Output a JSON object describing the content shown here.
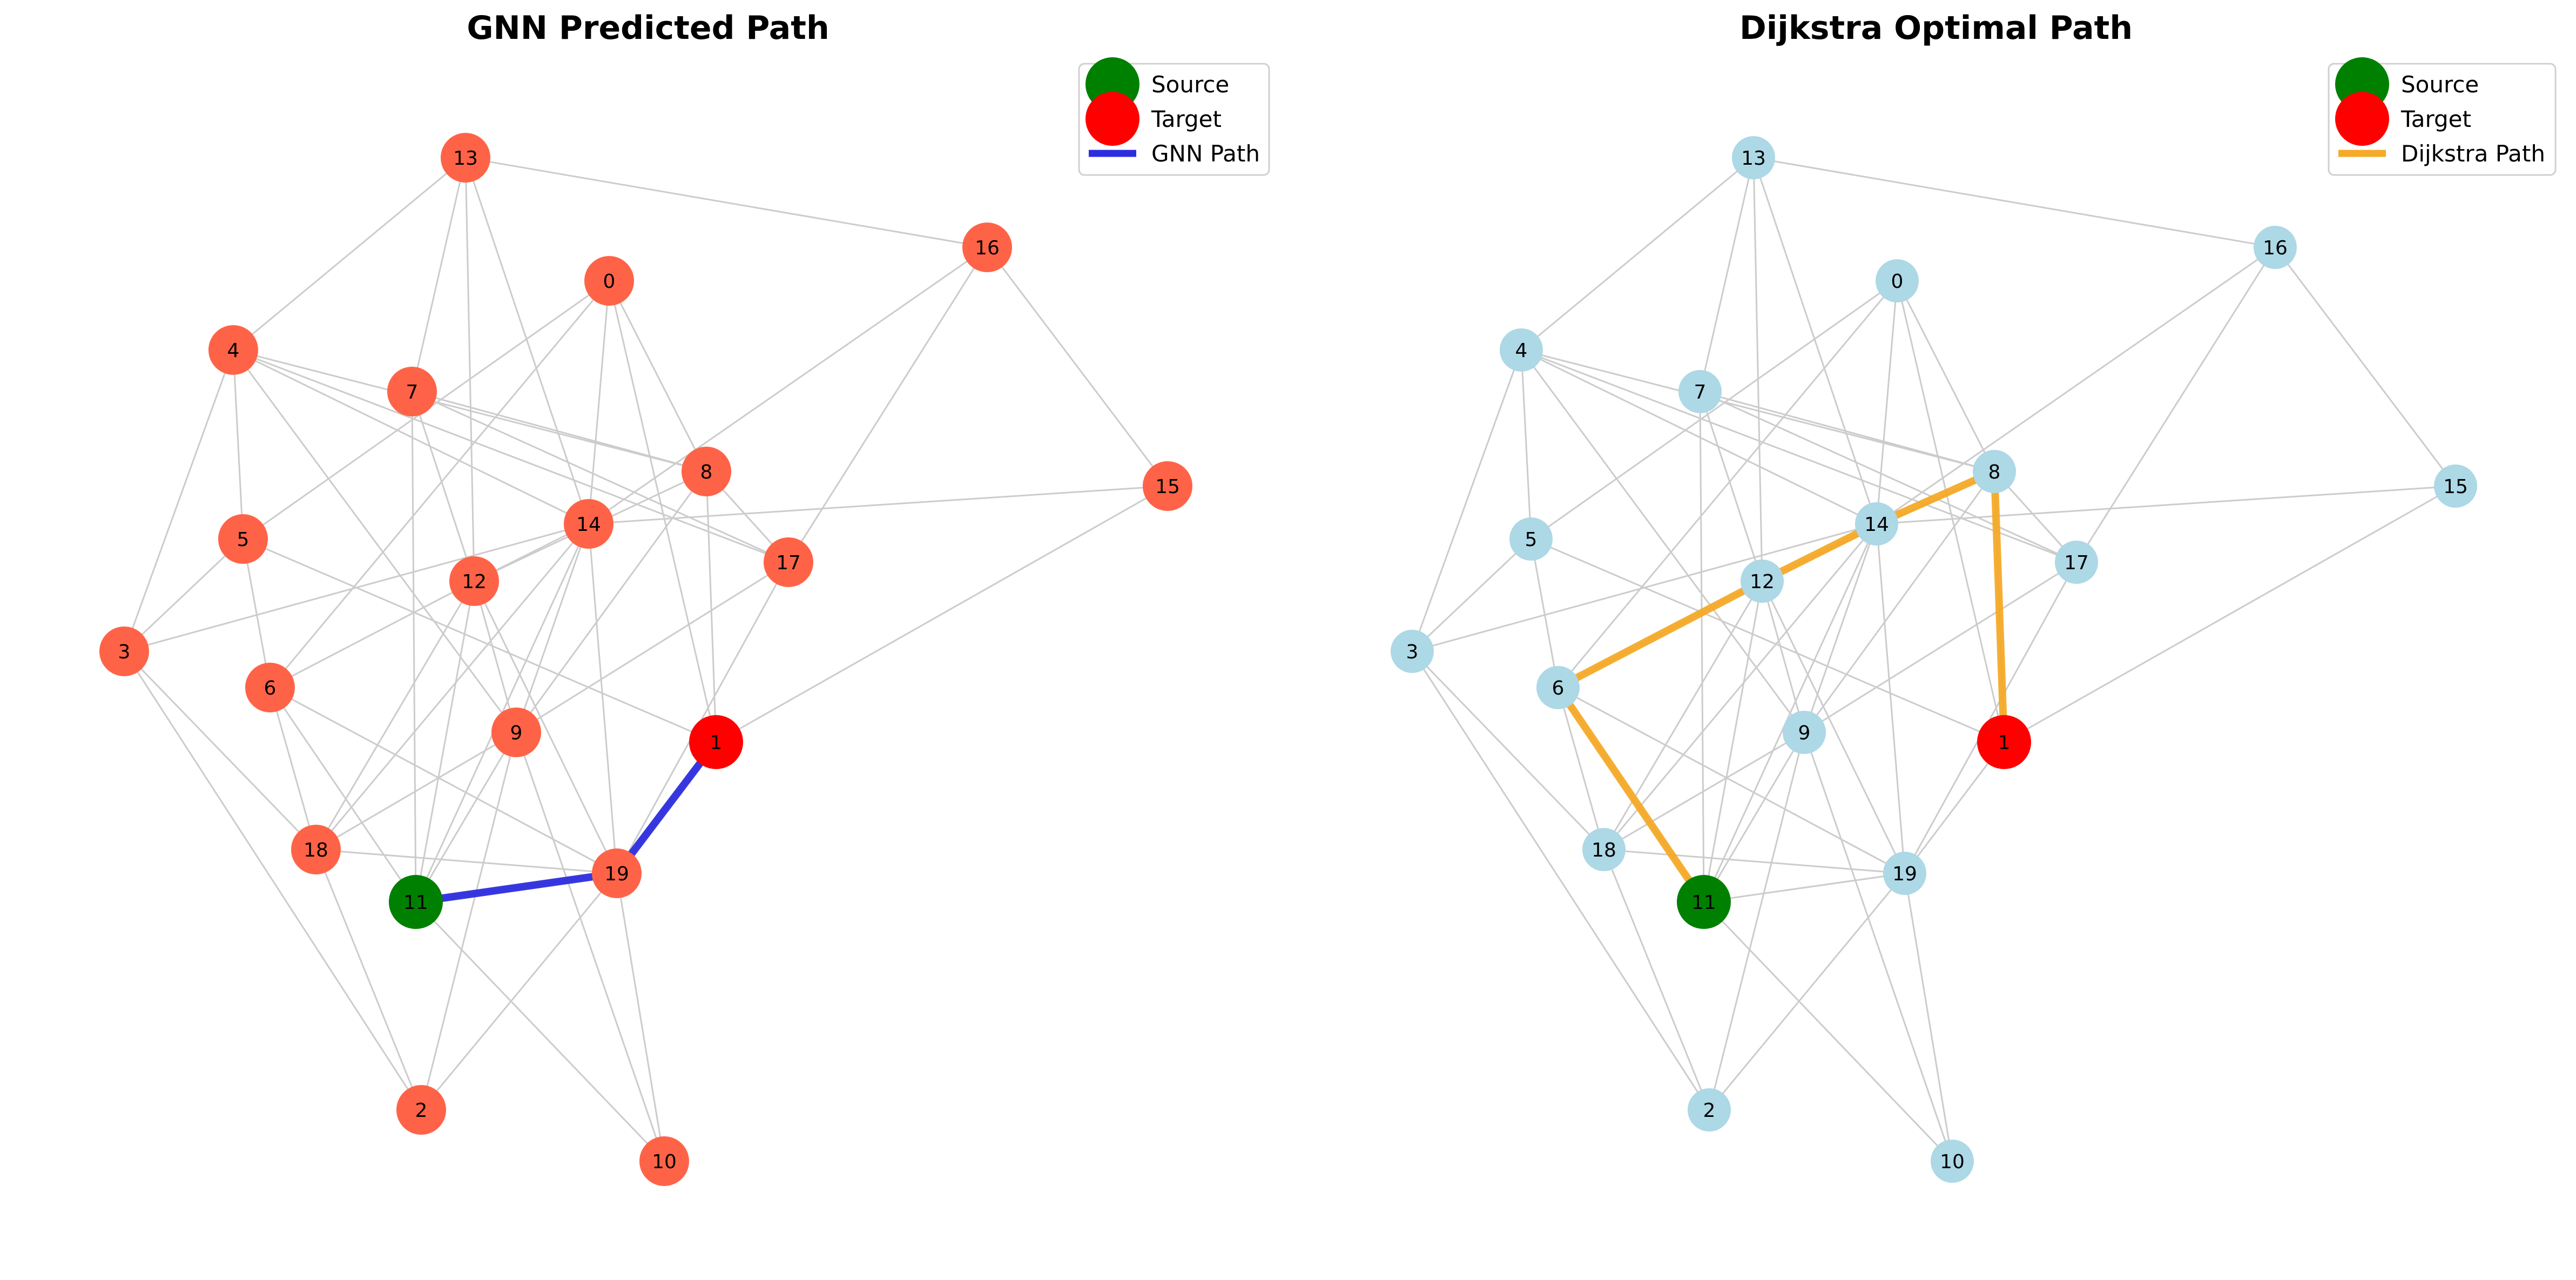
{
  "figure": {
    "panels": [
      {
        "id": "gnn",
        "title": "GNN Predicted Path",
        "node_color": "#ff6347",
        "path_color": "#2d2de0",
        "path": [
          11,
          19,
          1
        ],
        "legend": [
          {
            "label": "Source",
            "kind": "marker",
            "color": "#008000"
          },
          {
            "label": "Target",
            "kind": "marker",
            "color": "#ff0000"
          },
          {
            "label": "GNN Path",
            "kind": "line",
            "color": "#2d2de0"
          }
        ]
      },
      {
        "id": "dijkstra",
        "title": "Dijkstra Optimal Path",
        "node_color": "#add8e6",
        "path_color": "#f5aa28",
        "path": [
          11,
          6,
          12,
          14,
          8,
          1
        ],
        "legend": [
          {
            "label": "Source",
            "kind": "marker",
            "color": "#008000"
          },
          {
            "label": "Target",
            "kind": "marker",
            "color": "#ff0000"
          },
          {
            "label": "Dijkstra Path",
            "kind": "line",
            "color": "#f5aa28"
          }
        ]
      }
    ],
    "source_node": 11,
    "target_node": 1,
    "source_color": "#008000",
    "target_color": "#ff0000",
    "edge_color": "#cccccc"
  },
  "graph": {
    "nodes": [
      {
        "id": 0,
        "label": "0"
      },
      {
        "id": 1,
        "label": "1"
      },
      {
        "id": 2,
        "label": "2"
      },
      {
        "id": 3,
        "label": "3"
      },
      {
        "id": 4,
        "label": "4"
      },
      {
        "id": 5,
        "label": "5"
      },
      {
        "id": 6,
        "label": "6"
      },
      {
        "id": 7,
        "label": "7"
      },
      {
        "id": 8,
        "label": "8"
      },
      {
        "id": 9,
        "label": "9"
      },
      {
        "id": 10,
        "label": "10"
      },
      {
        "id": 11,
        "label": "11"
      },
      {
        "id": 12,
        "label": "12"
      },
      {
        "id": 13,
        "label": "13"
      },
      {
        "id": 14,
        "label": "14"
      },
      {
        "id": 15,
        "label": "15"
      },
      {
        "id": 16,
        "label": "16"
      },
      {
        "id": 17,
        "label": "17"
      },
      {
        "id": 18,
        "label": "18"
      },
      {
        "id": 19,
        "label": "19"
      }
    ],
    "edges": [
      [
        13,
        4
      ],
      [
        13,
        7
      ],
      [
        13,
        12
      ],
      [
        13,
        14
      ],
      [
        13,
        16
      ],
      [
        16,
        14
      ],
      [
        16,
        17
      ],
      [
        16,
        15
      ],
      [
        0,
        5
      ],
      [
        0,
        6
      ],
      [
        0,
        14
      ],
      [
        0,
        8
      ],
      [
        0,
        1
      ],
      [
        4,
        3
      ],
      [
        4,
        5
      ],
      [
        4,
        8
      ],
      [
        4,
        14
      ],
      [
        4,
        17
      ],
      [
        4,
        9
      ],
      [
        7,
        12
      ],
      [
        7,
        8
      ],
      [
        7,
        17
      ],
      [
        7,
        11
      ],
      [
        5,
        3
      ],
      [
        5,
        6
      ],
      [
        5,
        1
      ],
      [
        3,
        18
      ],
      [
        3,
        2
      ],
      [
        3,
        14
      ],
      [
        8,
        12
      ],
      [
        8,
        17
      ],
      [
        8,
        9
      ],
      [
        8,
        1
      ],
      [
        14,
        12
      ],
      [
        14,
        15
      ],
      [
        14,
        9
      ],
      [
        14,
        18
      ],
      [
        14,
        11
      ],
      [
        14,
        19
      ],
      [
        12,
        11
      ],
      [
        12,
        9
      ],
      [
        12,
        18
      ],
      [
        12,
        19
      ],
      [
        12,
        6
      ],
      [
        17,
        9
      ],
      [
        17,
        19
      ],
      [
        6,
        19
      ],
      [
        6,
        18
      ],
      [
        6,
        11
      ],
      [
        9,
        18
      ],
      [
        9,
        11
      ],
      [
        9,
        2
      ],
      [
        9,
        10
      ],
      [
        1,
        15
      ],
      [
        1,
        19
      ],
      [
        18,
        19
      ],
      [
        18,
        2
      ],
      [
        11,
        10
      ],
      [
        11,
        19
      ],
      [
        19,
        2
      ],
      [
        19,
        10
      ]
    ]
  }
}
